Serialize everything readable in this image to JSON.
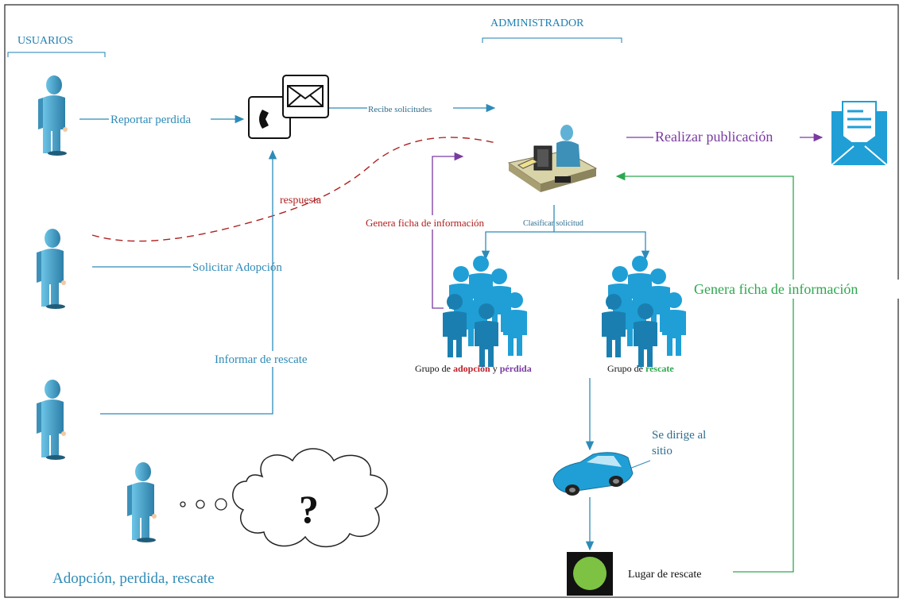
{
  "sections": {
    "users": "USUARIOS",
    "admin": "ADMINISTRADOR"
  },
  "labels": {
    "report_loss": "Reportar perdida",
    "receive_requests": "Recibe solicitudes",
    "response": "respuesta",
    "request_adoption": "Solicitar Adopción",
    "report_rescue": "Informar de rescate",
    "publish": "Realizar publicación",
    "generate_info_left": "Genera ficha de información",
    "classify": "Clasificar solicitud",
    "generate_info_right": "Genera ficha de información",
    "goes_to_site_1": "Se dirige al",
    "goes_to_site_2": "sitio",
    "rescue_place": "Lugar de rescate",
    "bottom_caption": "Adopción, perdida, rescate",
    "question": "?"
  },
  "groups": {
    "adoption_prefix": "Grupo de ",
    "adoption_word": "adopción",
    "adoption_mid": " y ",
    "loss_word": "pérdida",
    "rescue_prefix": "Grupo de ",
    "rescue_word": "rescate"
  },
  "colors": {
    "blue_line": "#2e8bb8",
    "green_line": "#2ea84f",
    "purple_line": "#7a3aa0",
    "red_dashed": "#b02020",
    "person_fill": "#4aa3c8",
    "group_fill": "#1f9fd6",
    "traffic_green": "#7dc242"
  }
}
